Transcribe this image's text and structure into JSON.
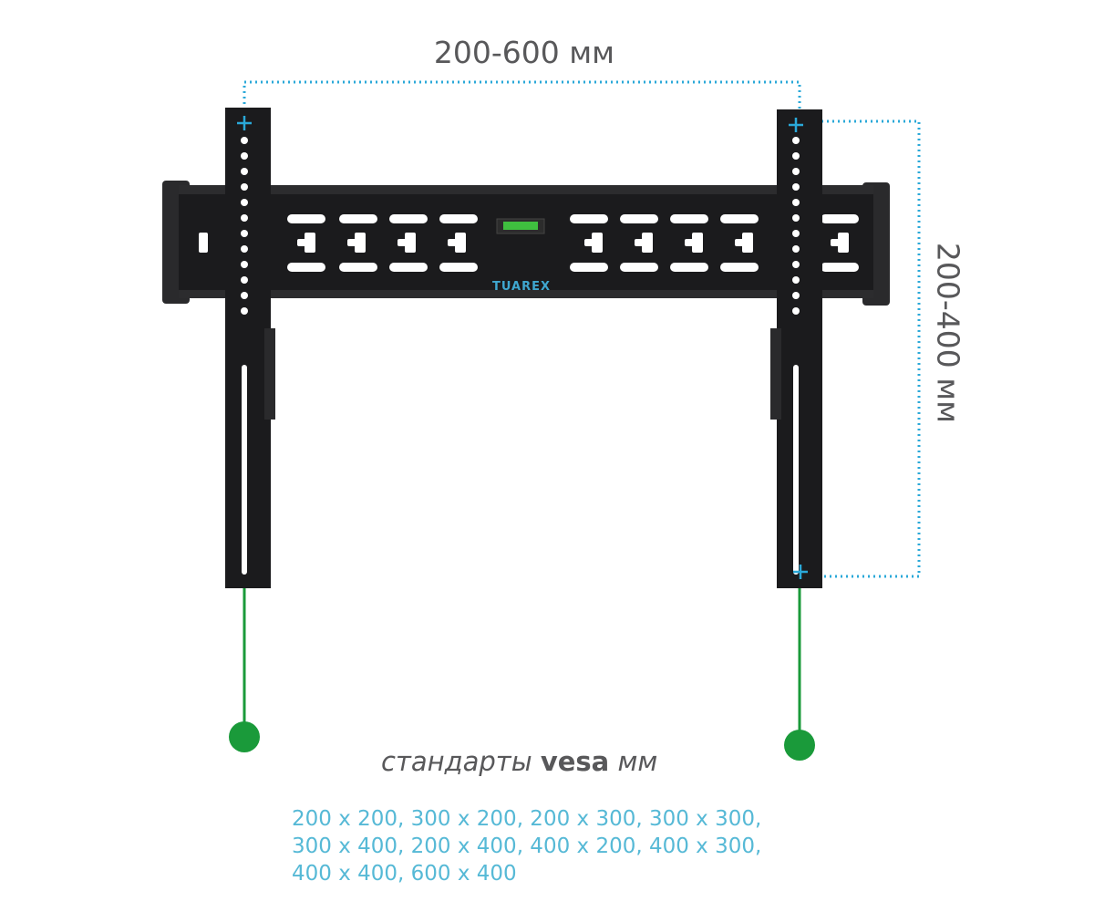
{
  "dimensions": {
    "horizontal": "200-600 мм",
    "vertical": "200-400 мм"
  },
  "brand": "TUAREX",
  "vesa": {
    "title_prefix": "стандарты",
    "title_bold": "vesa",
    "title_suffix": "мм",
    "list": "200 x 200, 300 x 200, 200 x 300, 300 x 300, 300 x 400, 200 x 400, 400 x 200, 400 x 300, 400 x 400, 600 x 400"
  },
  "colors": {
    "text": "#58585a",
    "accent_blue": "#2aa8d8",
    "list_blue": "#56b9d6",
    "string_green": "#1a9a3a",
    "metal": "#1b1b1d"
  }
}
